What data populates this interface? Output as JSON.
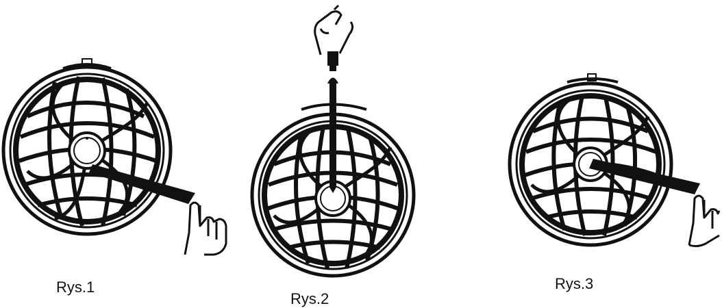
{
  "figures": [
    {
      "caption": "Rys.1",
      "hand_icon": "pointing-hand-icon"
    },
    {
      "caption": "Rys.2",
      "hand_icon": "pinching-hand-icon"
    },
    {
      "caption": "Rys.3",
      "hand_icon": "pointing-hand-icon"
    }
  ],
  "colors": {
    "ink": "#111111",
    "background": "#ffffff"
  }
}
